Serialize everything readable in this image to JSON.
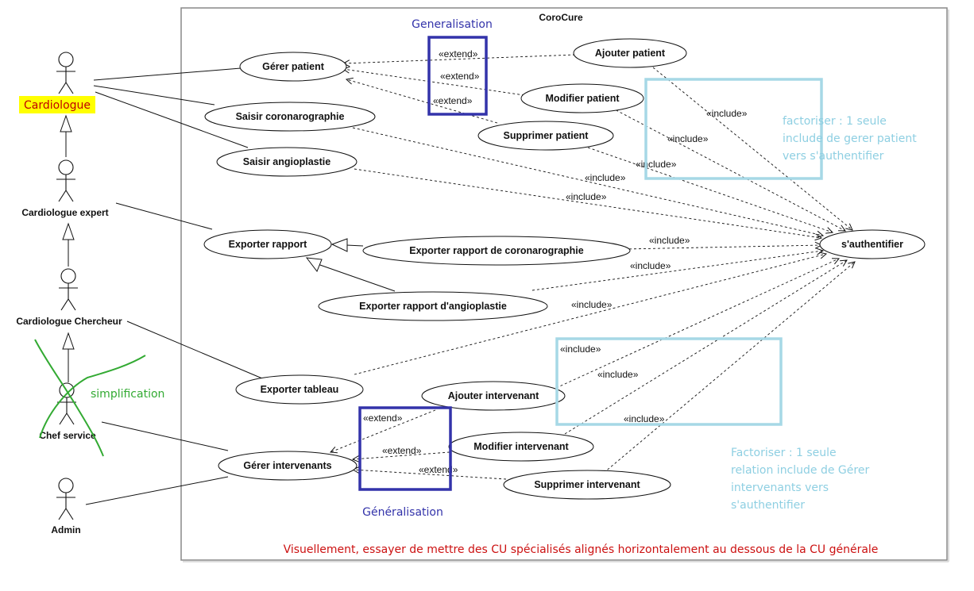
{
  "system": {
    "title": "CoroCure"
  },
  "actors": {
    "cardiologue": "Cardiologue",
    "cardiologue_expert": "Cardiologue expert",
    "cardiologue_chercheur": "Cardiologue Chercheur",
    "chef_service": "Chef service",
    "admin": "Admin"
  },
  "use_cases": {
    "gerer_patient": "Gérer patient",
    "ajouter_patient": "Ajouter patient",
    "modifier_patient": "Modifier patient",
    "supprimer_patient": "Supprimer patient",
    "saisir_coronarographie": "Saisir coronarographie",
    "saisir_angioplastie": "Saisir angioplastie",
    "exporter_rapport": "Exporter rapport",
    "exporter_rapport_coro": "Exporter rapport de coronarographie",
    "exporter_rapport_angio": "Exporter rapport d'angioplastie",
    "exporter_tableau": "Exporter tableau",
    "ajouter_intervenant": "Ajouter intervenant",
    "modifier_intervenant": "Modifier intervenant",
    "supprimer_intervenant": "Supprimer intervenant",
    "gerer_intervenants": "Gérer intervenants",
    "s_authentifier": "s'authentifier"
  },
  "stereotypes": {
    "extend": "«extend»",
    "include": "«include»"
  },
  "annotations": {
    "generalisation_top": "Generalisation",
    "generalisation_bottom": "Généralisation",
    "simplification": "simplification",
    "factoriser_top": [
      "factoriser : 1 seule",
      "include de gerer patient",
      "vers s'authentifier"
    ],
    "factoriser_bottom": [
      "Factoriser : 1 seule",
      "relation include de Gérer",
      "intervenants vers",
      "s'authentifier"
    ],
    "bottom_note": "Visuellement, essayer de mettre des CU spécialisés alignés horizontalement au dessous de la CU générale"
  },
  "colors": {
    "highlight": "#ffff00",
    "generalisation_box": "#3333aa",
    "factoriser_box": "#a6d8e6",
    "simplification": "#33aa33",
    "bottom_note": "#cc1111"
  }
}
